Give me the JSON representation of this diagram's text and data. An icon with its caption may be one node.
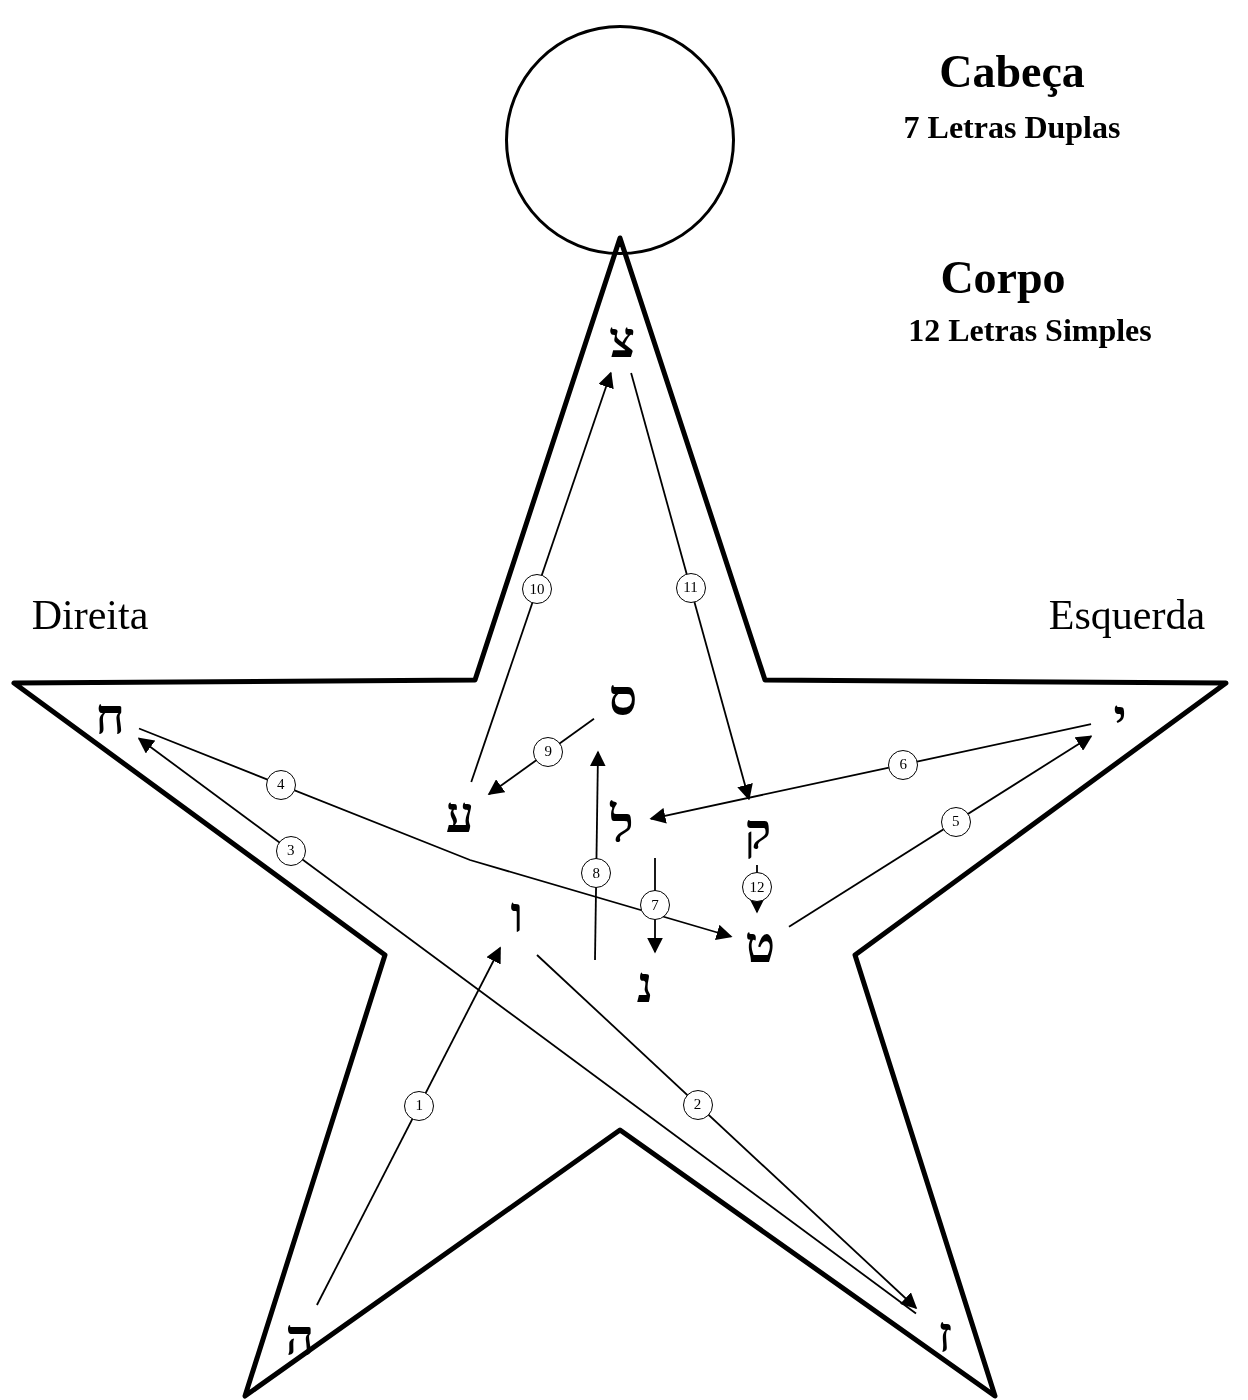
{
  "diagram": {
    "nodes": [
      {
        "text": [],
        "shape": "circle"
      },
      {
        "text": [],
        "shape": "star"
      },
      {
        "text": [
          "ה"
        ],
        "in": 1
      },
      {
        "text": [
          "ו"
        ],
        "in": 1
      },
      {
        "text": [
          "ז"
        ],
        "in": 1
      },
      {
        "text": [
          "ח"
        ],
        "in": 1
      },
      {
        "text": [
          "ט"
        ],
        "in": 1
      },
      {
        "text": [
          "י"
        ],
        "in": 1
      },
      {
        "text": [
          "ל"
        ],
        "in": 1
      },
      {
        "text": [
          "נ"
        ],
        "in": 1
      },
      {
        "text": [
          "ס"
        ],
        "in": 1
      },
      {
        "text": [
          "ע"
        ],
        "in": 1
      },
      {
        "text": [
          "צ"
        ],
        "in": 1
      },
      {
        "text": [
          "ק"
        ],
        "in": 1
      }
    ],
    "edges": [
      {
        "from": 2,
        "to": 3,
        "arrow": "to",
        "label": "1"
      },
      {
        "from": 3,
        "to": 4,
        "arrow": "to",
        "label": "2"
      },
      {
        "from": 4,
        "to": 5,
        "arrow": "to",
        "label": "3"
      },
      {
        "from": 5,
        "to": 6,
        "arrow": "to",
        "label": "4"
      },
      {
        "from": 6,
        "to": 7,
        "arrow": "to",
        "label": "5"
      },
      {
        "from": 7,
        "to": 8,
        "arrow": "to",
        "label": "6"
      },
      {
        "from": 8,
        "to": 9,
        "arrow": "to",
        "label": "7"
      },
      {
        "from": 9,
        "to": 10,
        "arrow": "to",
        "label": "8"
      },
      {
        "from": 10,
        "to": 11,
        "arrow": "to",
        "label": "9"
      },
      {
        "from": 11,
        "to": 12,
        "arrow": "to",
        "label": "10"
      },
      {
        "from": 12,
        "to": 13,
        "arrow": "to",
        "label": "11"
      },
      {
        "from": 13,
        "to": 6,
        "arrow": "to",
        "label": "12"
      }
    ],
    "labels": [
      "Cabeça",
      "7 Letras Duplas",
      "Corpo",
      "12 Letras Simples",
      "Direita",
      "Esquerda"
    ]
  }
}
